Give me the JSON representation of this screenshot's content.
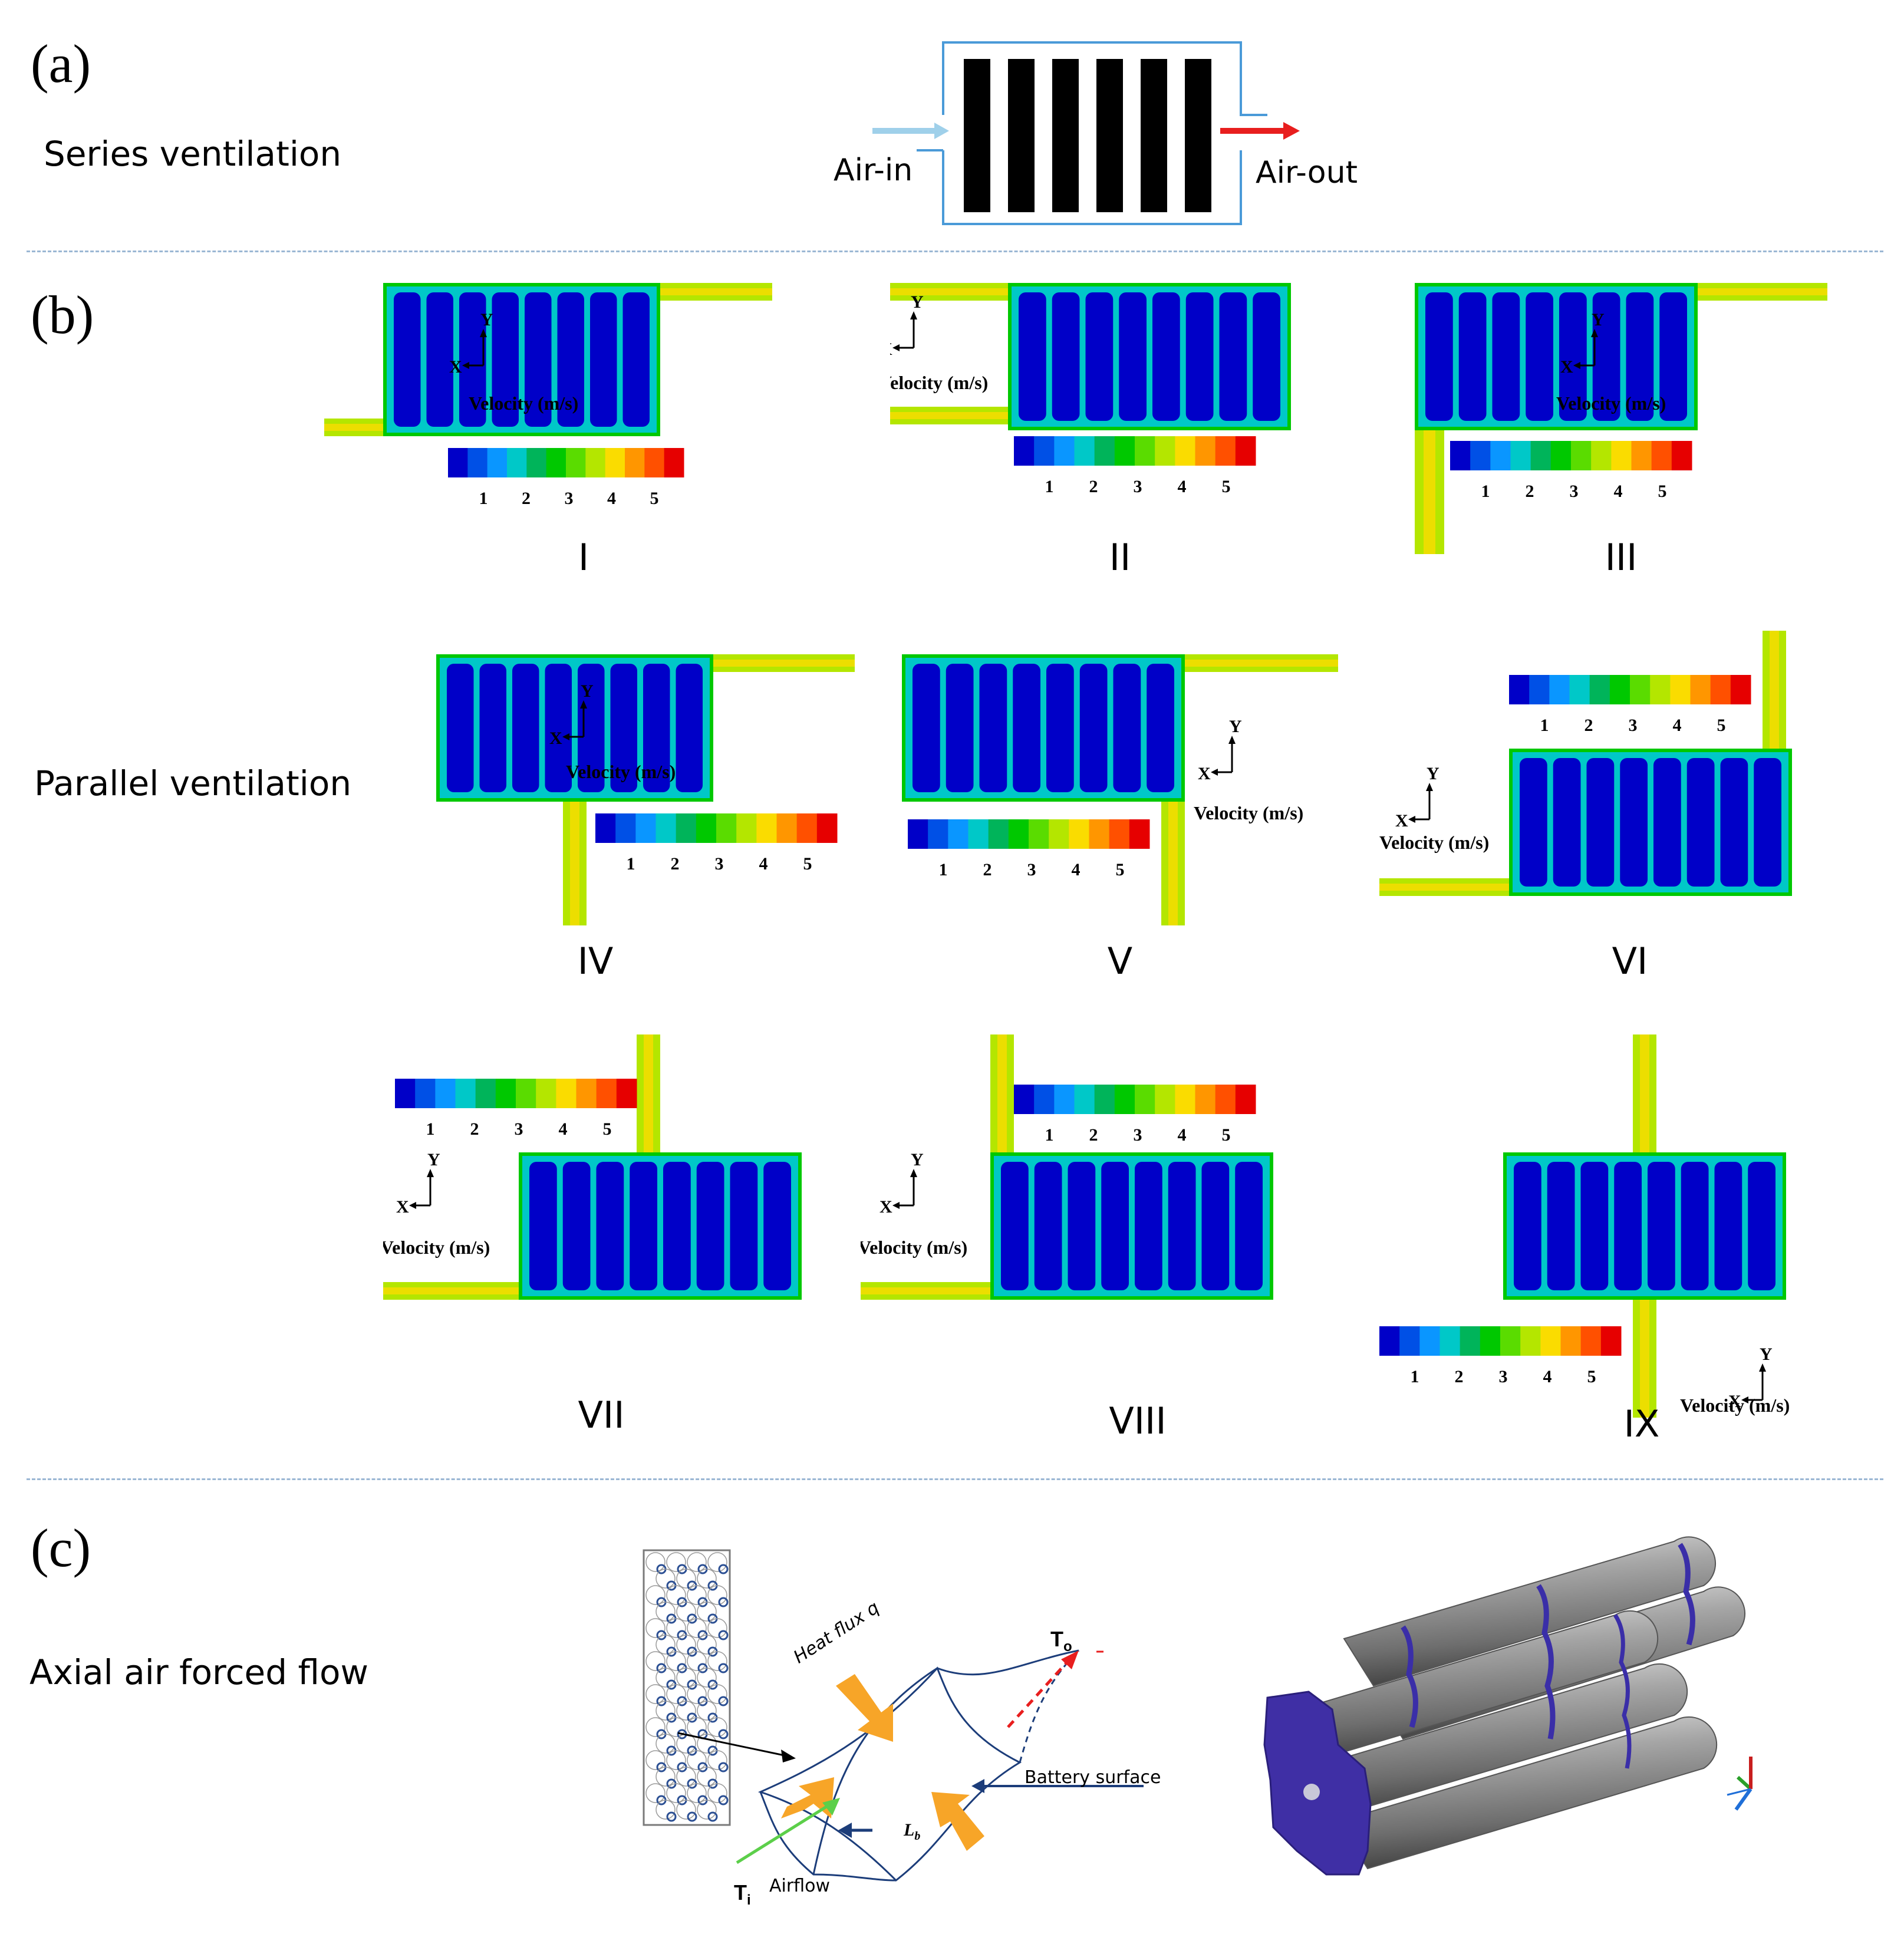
{
  "panels": {
    "a": {
      "label": "(a)",
      "title": "Series ventilation",
      "air_in": "Air-in",
      "air_out": "Air-out"
    },
    "b": {
      "label": "(b)",
      "title": "Parallel ventilation"
    },
    "c": {
      "label": "(c)",
      "title": "Axial air forced flow"
    }
  },
  "cfd": {
    "velocity_label": "Velocity (m/s)",
    "axis_x": "X",
    "axis_y": "Y",
    "colorbar_ticks": [
      "1",
      "2",
      "3",
      "4",
      "5"
    ],
    "colors": [
      "#0000c8",
      "#0050e6",
      "#0a96ff",
      "#00c8c8",
      "#00b45a",
      "#00c800",
      "#5adc00",
      "#b4e600",
      "#fadc00",
      "#ff9600",
      "#ff5000",
      "#e60000"
    ],
    "cases": [
      {
        "id": "I",
        "label": "I"
      },
      {
        "id": "II",
        "label": "II"
      },
      {
        "id": "III",
        "label": "III"
      },
      {
        "id": "IV",
        "label": "IV"
      },
      {
        "id": "V",
        "label": "V"
      },
      {
        "id": "VI",
        "label": "VI"
      },
      {
        "id": "VII",
        "label": "VII"
      },
      {
        "id": "VIII",
        "label": "VIII"
      },
      {
        "id": "IX",
        "label": "IX"
      }
    ]
  },
  "axial": {
    "heat_flux": "Heat flux q",
    "t_out": "T",
    "t_out_sub": "o",
    "battery_surface": "Battery surface",
    "lb": "L",
    "lb_sub": "b",
    "t_in": "T",
    "t_in_sub": "i",
    "airflow": "Airflow"
  }
}
